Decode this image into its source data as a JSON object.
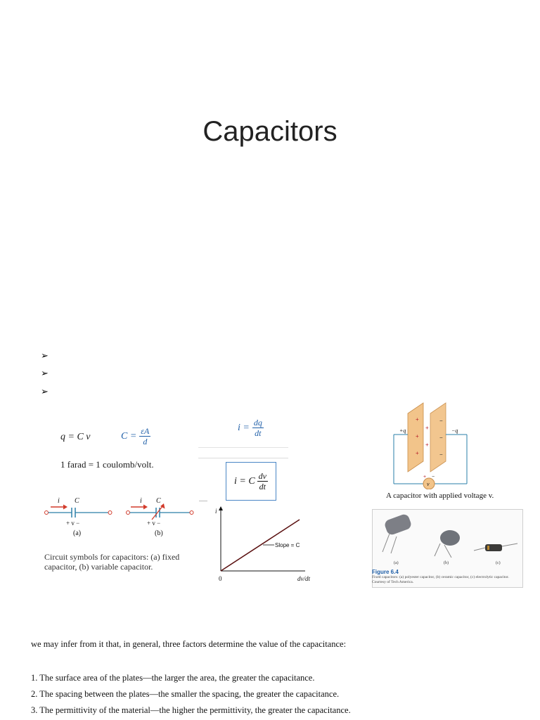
{
  "title": "Capacitors",
  "bullets": [
    "➢",
    "➢",
    "➢"
  ],
  "equations": {
    "q_cv": "q = C v",
    "c_lhs": "C =",
    "c_num": "εA",
    "c_den": "d",
    "i_lhs": "i =",
    "i_num": "dq",
    "i_den": "dt",
    "i2_lhs": "i = C",
    "i2_num": "dv",
    "i2_den": "dt",
    "farad": "1 farad = 1 coulomb/volt."
  },
  "circuit_symbols": {
    "a_current": "i",
    "a_cap": "C",
    "a_voltage": "+ v −",
    "a_label": "(a)",
    "b_current": "i",
    "b_cap": "C",
    "b_voltage": "+ v −",
    "b_label": "(b)",
    "caption_line1": "Circuit symbols for capacitors: (a) fixed",
    "caption_line2": "capacitor, (b) variable capacitor."
  },
  "graph": {
    "y_label": "i",
    "x_label": "dv/dt",
    "origin": "0",
    "slope_label": "Slope = C"
  },
  "capacitor_diagram": {
    "plus_q": "+q",
    "minus_q": "−q",
    "source": "v",
    "caption": "A capacitor with applied voltage v."
  },
  "photo_figure": {
    "labels": [
      "(a)",
      "(b)",
      "(c)"
    ],
    "fig_title": "Figure 6.4",
    "fig_caption_line1": "Fixed capacitors: (a) polyester capacitor, (b) ceramic capacitor, (c) electrolytic capacitor.",
    "fig_caption_line2": "Courtesy of Tech America."
  },
  "text": {
    "intro": "we may infer from it that, in general, three factors determine the value of the capacitance:",
    "factors": [
      "1. The surface area of the plates—the larger the area, the greater the capacitance.",
      "2. The spacing between the plates—the smaller the spacing, the greater the capacitance.",
      "3. The permittivity of the material—the higher the permittivity, the greater the capacitance."
    ]
  },
  "colors": {
    "accent_blue": "#1f5fa8",
    "wire_teal": "#2a7fa8",
    "arrow_red": "#d23a2a",
    "plate_fill": "#f2c48a",
    "slope_line": "#5a1010"
  }
}
